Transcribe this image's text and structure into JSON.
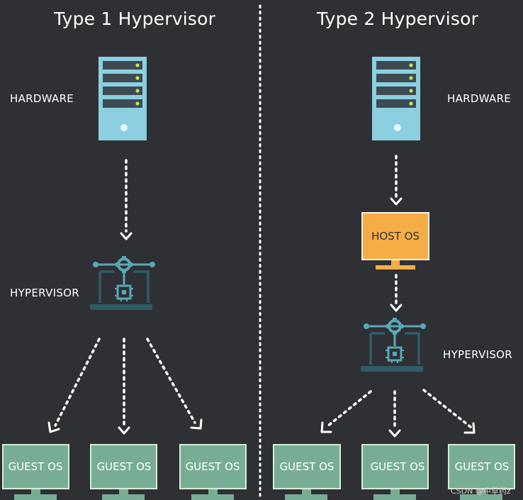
{
  "left": {
    "title": "Type 1 Hypervisor",
    "hardware_label": "HARDWARE",
    "hypervisor_label": "HYPERVISOR",
    "guests": [
      "GUEST OS",
      "GUEST OS",
      "GUEST OS"
    ]
  },
  "right": {
    "title": "Type 2 Hypervisor",
    "hardware_label": "HARDWARE",
    "host_os_label": "HOST OS",
    "hypervisor_label": "HYPERVISOR",
    "guests": [
      "GUEST OS",
      "GUEST OS",
      "GUEST OS"
    ]
  },
  "watermark": "CSDN @中草药z",
  "icons": [
    "server-icon",
    "hypervisor-icon",
    "monitor-icon"
  ],
  "colors": {
    "background": "#2f3034",
    "server": "#8ccfe0",
    "server_slot": "#3d4a52",
    "server_led": "#c6e25a",
    "hypervisor": "#5aa8b8",
    "hypervisor_dark": "#2f5c66",
    "host_os": "#f6ad46",
    "guest_os": "#78ad95",
    "guest_border": "#d8ecd8",
    "arrow": "#ffffff"
  }
}
